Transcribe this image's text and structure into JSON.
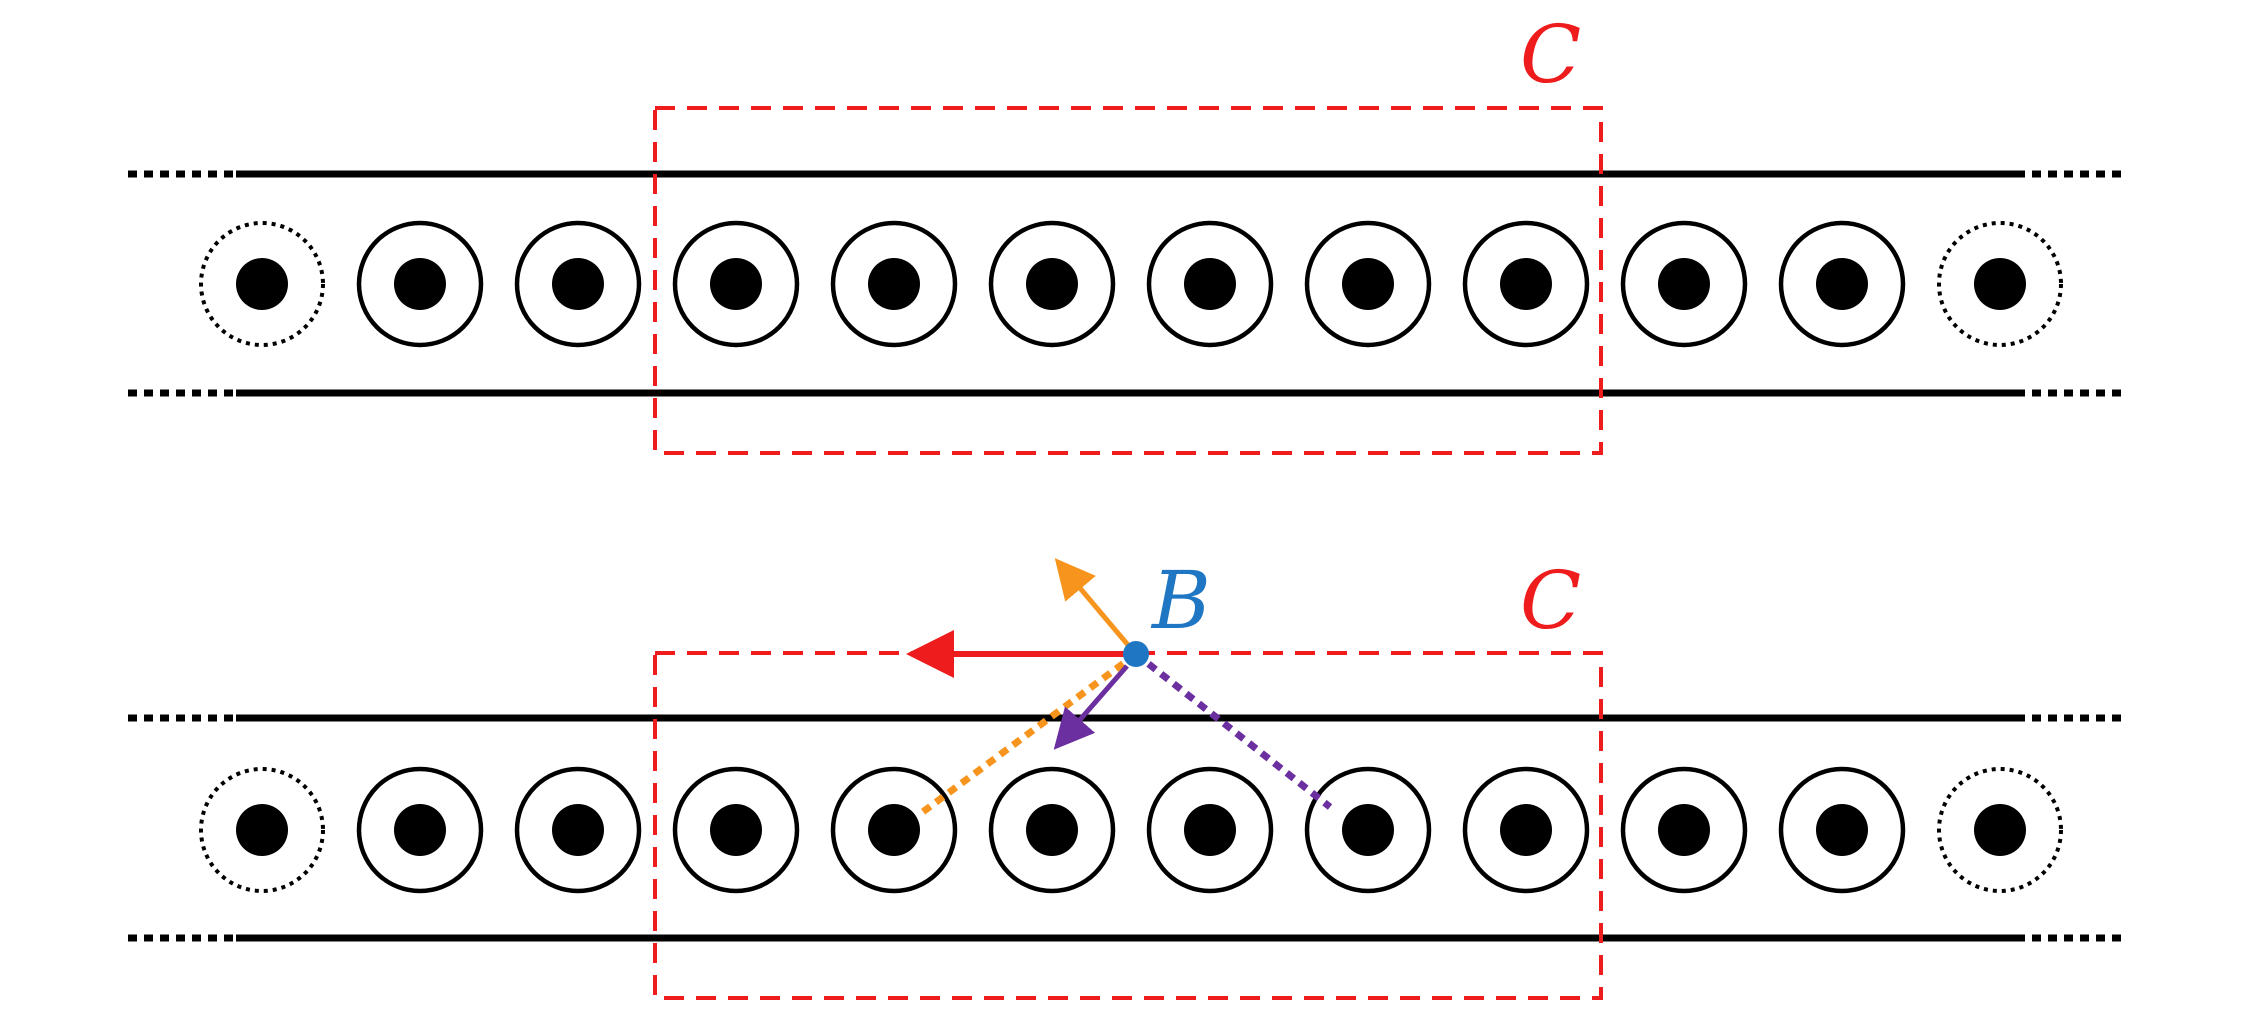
{
  "colors": {
    "wire": "#000000",
    "loop": "#ee1c1c",
    "point": "#1f77c4",
    "field_total": "#ee1c1c",
    "field_a": "#f7941d",
    "field_b": "#6b2fa0"
  },
  "panels": [
    {
      "id": "top",
      "loop_label": "C",
      "wire_count": 12,
      "faded_wires": [
        0,
        11
      ],
      "loop_span": [
        3,
        8
      ]
    },
    {
      "id": "bottom",
      "loop_label": "C",
      "point_label": "B",
      "wire_count": 12,
      "faded_wires": [
        0,
        11
      ],
      "loop_span": [
        3,
        8
      ],
      "highlighted_wires": [
        4,
        7
      ]
    }
  ]
}
